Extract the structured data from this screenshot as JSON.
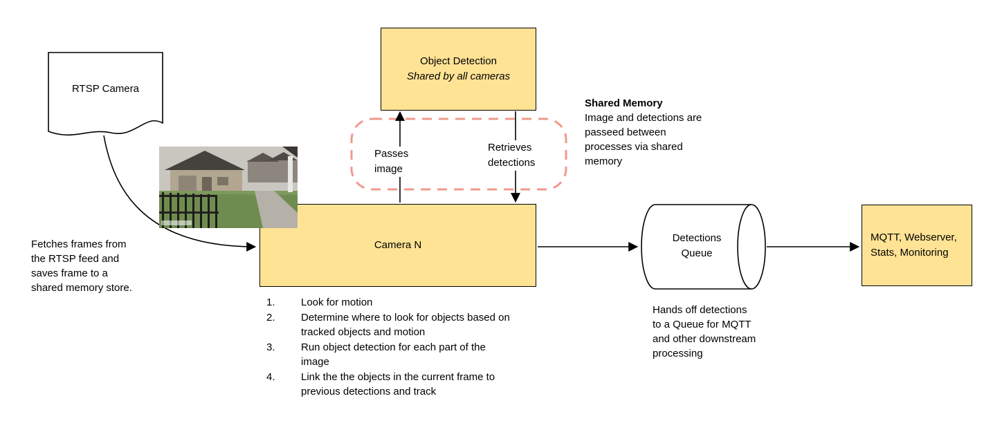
{
  "colors": {
    "node_fill": "#FFE395",
    "node_border": "#000000",
    "shared_memory_dash": "#F0998C"
  },
  "nodes": {
    "rtsp_camera": {
      "label": "RTSP Camera"
    },
    "object_detection": {
      "title": "Object Detection",
      "subtitle": "Shared by all cameras"
    },
    "camera_n": {
      "label": "Camera N"
    },
    "detections_queue": {
      "label": "Detections Queue"
    },
    "outputs": {
      "label": "MQTT, Webserver, Stats, Monitoring"
    }
  },
  "edges": {
    "passes_image": "Passes image",
    "retrieves_detections": "Retrieves detections"
  },
  "notes": {
    "fetch": "Fetches frames from the RTSP feed and saves frame to a shared memory store.",
    "shared_memory_title": "Shared Memory",
    "shared_memory_body": "Image and detections are passeed between processes via shared memory",
    "queue_handoff": "Hands off detections to a Queue for MQTT and other downstream processing"
  },
  "camera_steps": [
    {
      "num": "1.",
      "text": "Look for motion"
    },
    {
      "num": "2.",
      "text": "Determine where to look for objects based on tracked objects and motion"
    },
    {
      "num": "3.",
      "text": "Run object detection for each part of the image"
    },
    {
      "num": "4.",
      "text": "Link the the objects in the current frame to previous detections and track"
    }
  ]
}
